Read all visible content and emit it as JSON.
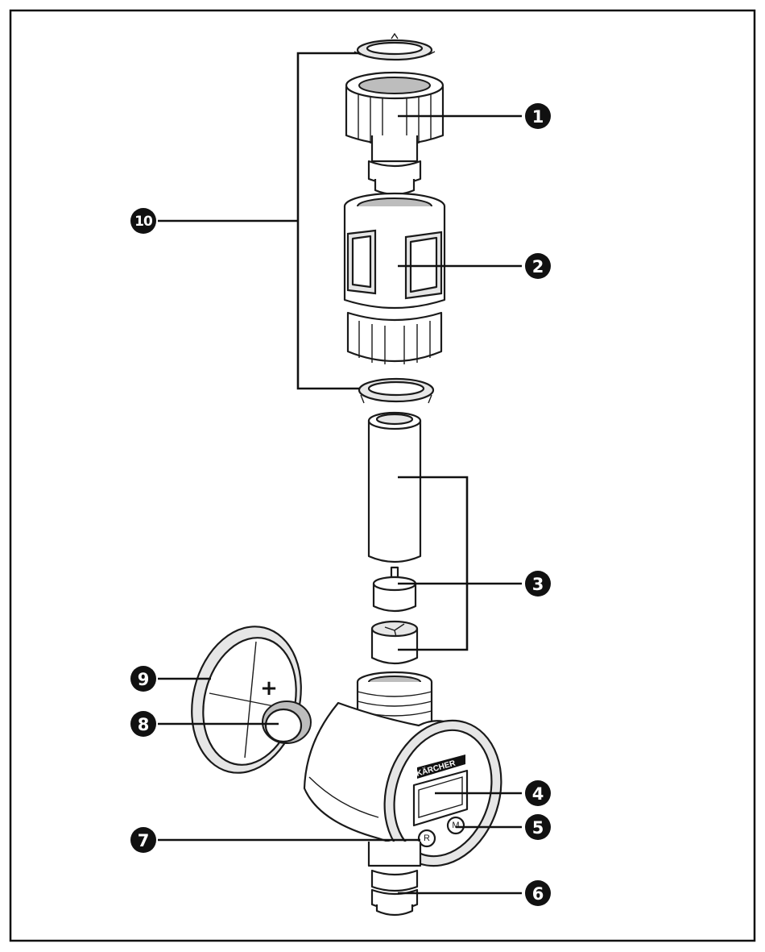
{
  "callouts": [
    {
      "id": "1",
      "label": "1"
    },
    {
      "id": "2",
      "label": "2"
    },
    {
      "id": "3",
      "label": "3"
    },
    {
      "id": "4",
      "label": "4"
    },
    {
      "id": "5",
      "label": "5"
    },
    {
      "id": "6",
      "label": "6"
    },
    {
      "id": "7",
      "label": "7"
    },
    {
      "id": "8",
      "label": "8"
    },
    {
      "id": "9",
      "label": "9"
    },
    {
      "id": "10",
      "label": "10"
    }
  ],
  "device": {
    "brand_text": "KÄRCHER",
    "button_r": "R",
    "button_m": "M",
    "battery_polarity": "+"
  }
}
